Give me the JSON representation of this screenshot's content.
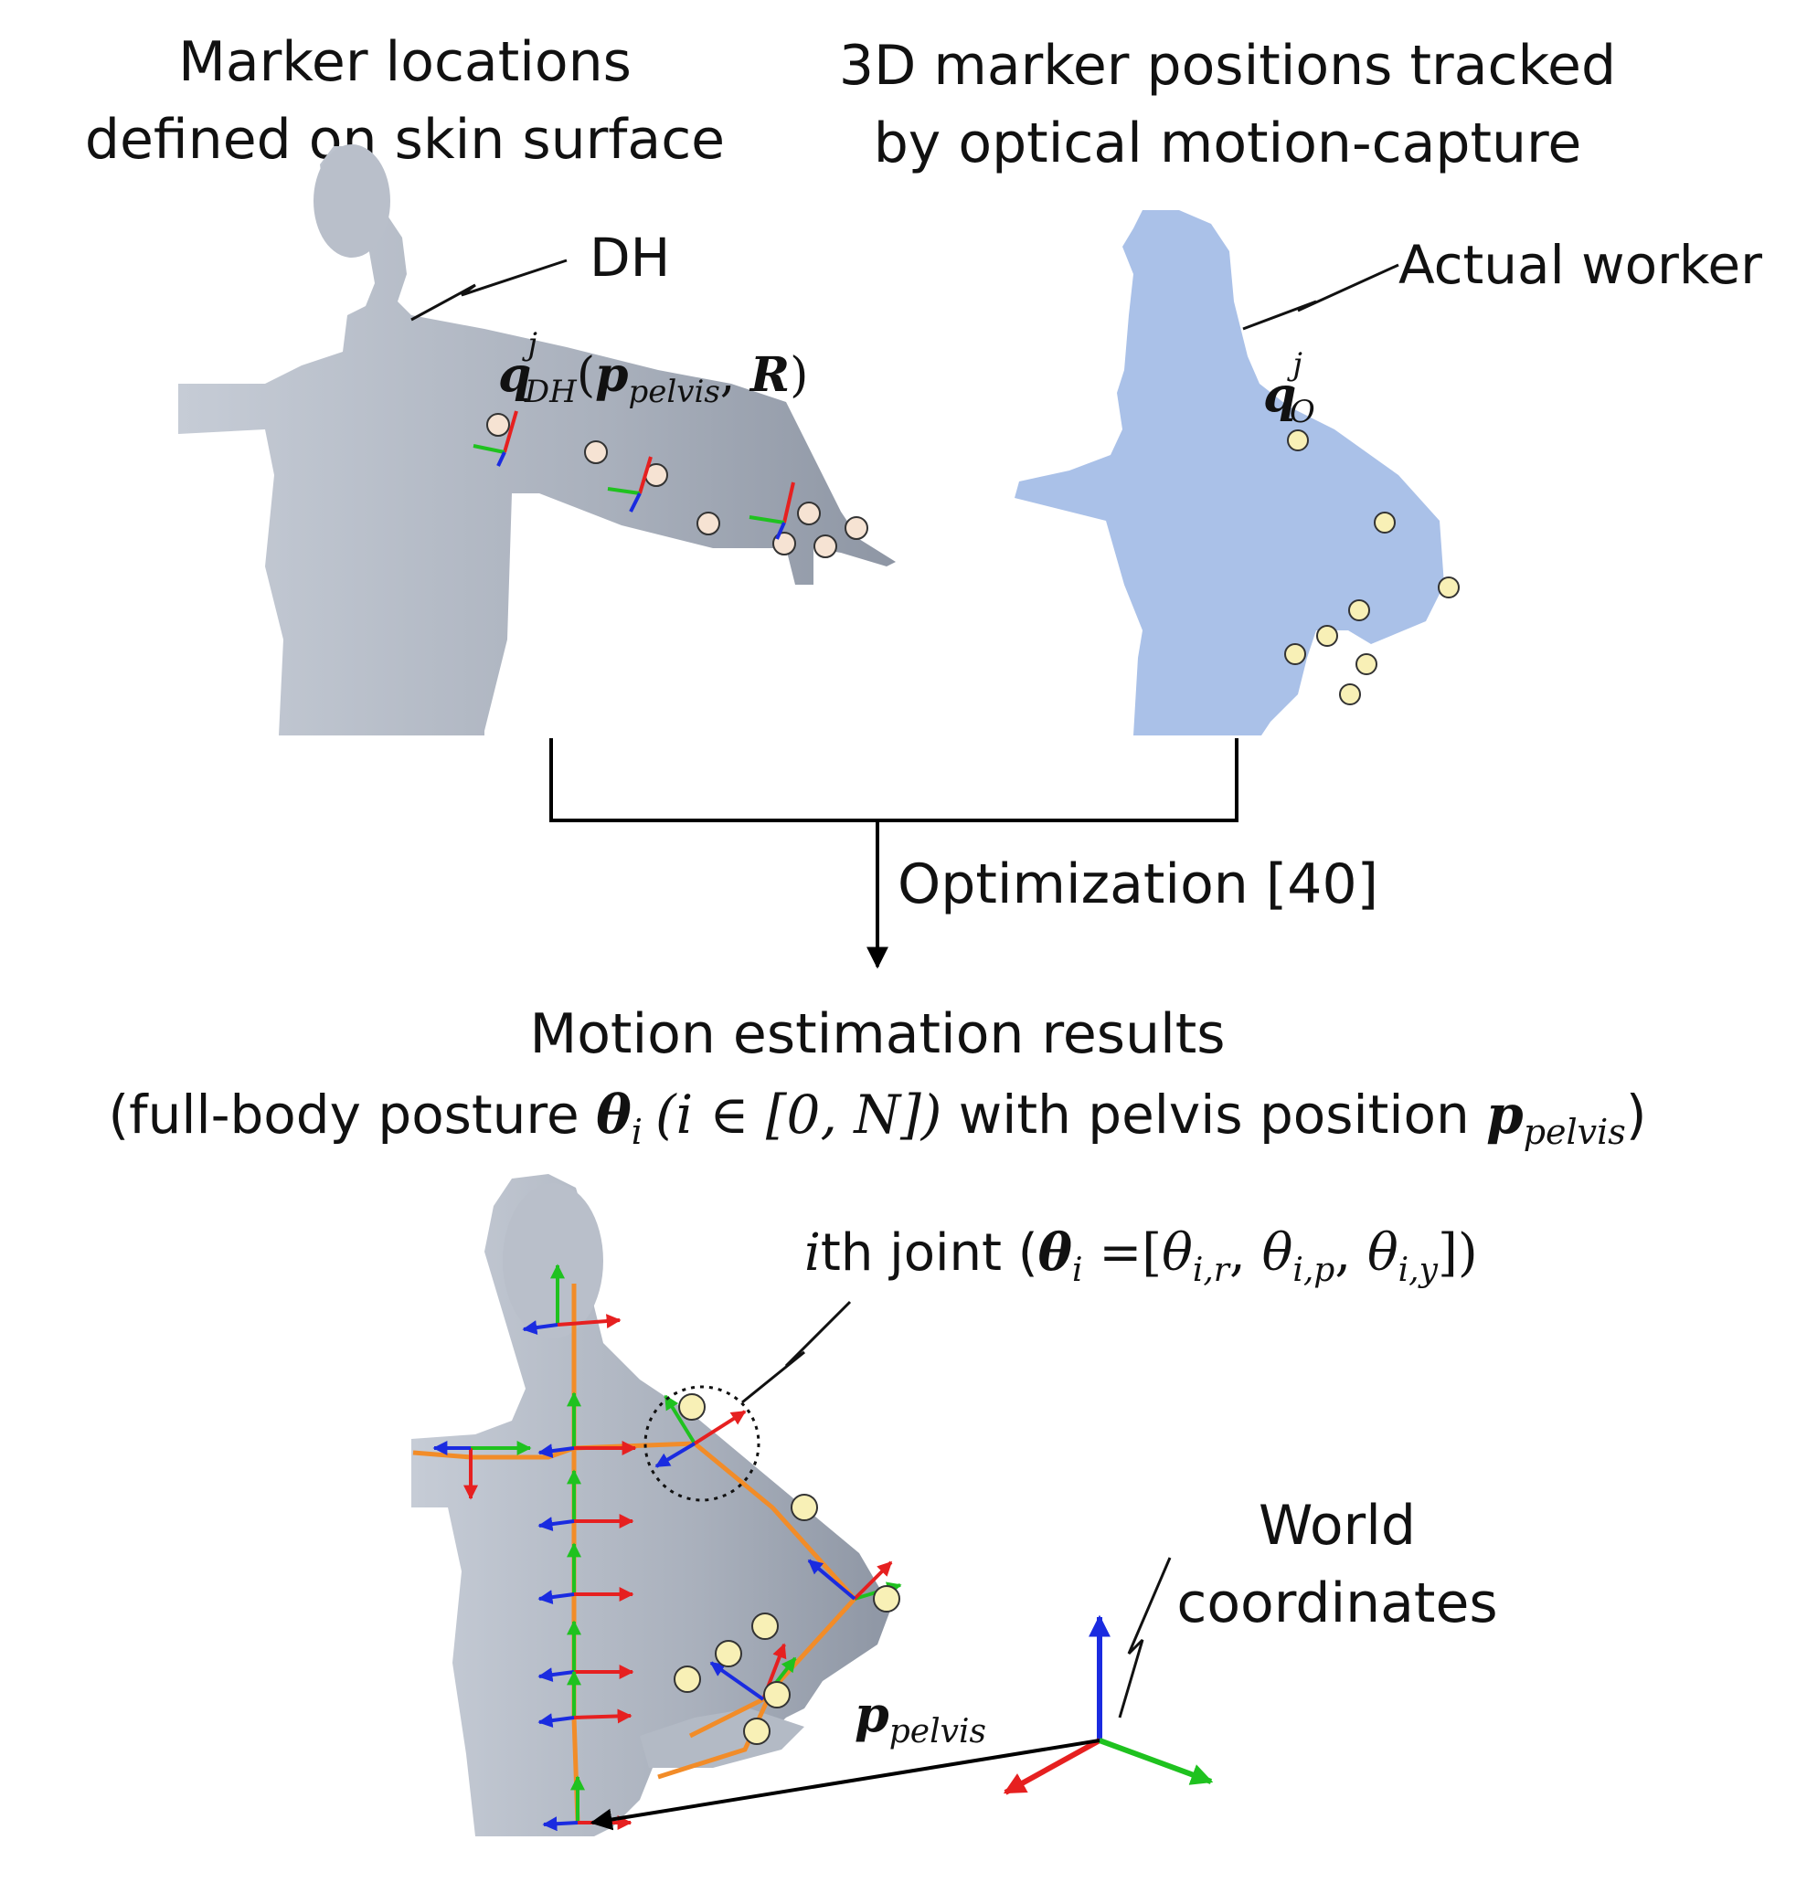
{
  "captions": {
    "left_line1": "Marker locations",
    "left_line2": "defined on skin surface",
    "right_line1": "3D marker positions tracked",
    "right_line2": "by optical motion-capture",
    "dh_label": "DH",
    "worker_label": "Actual worker",
    "optimization_label": "Optimization [40]",
    "results_line1": "Motion estimation results",
    "results_line2_a": "(full-body posture ",
    "results_line2_b": " with pelvis position ",
    "results_line2_c": ")",
    "world_line1": "World",
    "world_line2": "coordinates"
  },
  "math": {
    "q": "q",
    "sup_j": "j",
    "sub_dh": "DH",
    "dh_args_open": "(",
    "p": "p",
    "sub_pelvis": "pelvis",
    "comma": ", ",
    "R": "R",
    "dh_args_close": ")",
    "sub_o": "O",
    "theta": "θ",
    "sub_i": "i",
    "range_expr": "(i ∈ [0, N])",
    "joint_i": "i",
    "joint_text": "th joint (",
    "joint_eq": " =[",
    "sub_ir": "i,r",
    "sub_ip": "i,p",
    "sub_iy": "i,y",
    "joint_close": "])",
    "sep": ", "
  },
  "colors": {
    "figure_gray": "#a9b0bc",
    "worker_blue": "#aac1e8",
    "marker_peach": "#f6e3d3",
    "marker_yellow": "#f8f0b6",
    "skeleton_orange": "#f28c28",
    "axis_red": "#e62020",
    "axis_green": "#1fc21f",
    "axis_blue": "#1a2be0"
  }
}
